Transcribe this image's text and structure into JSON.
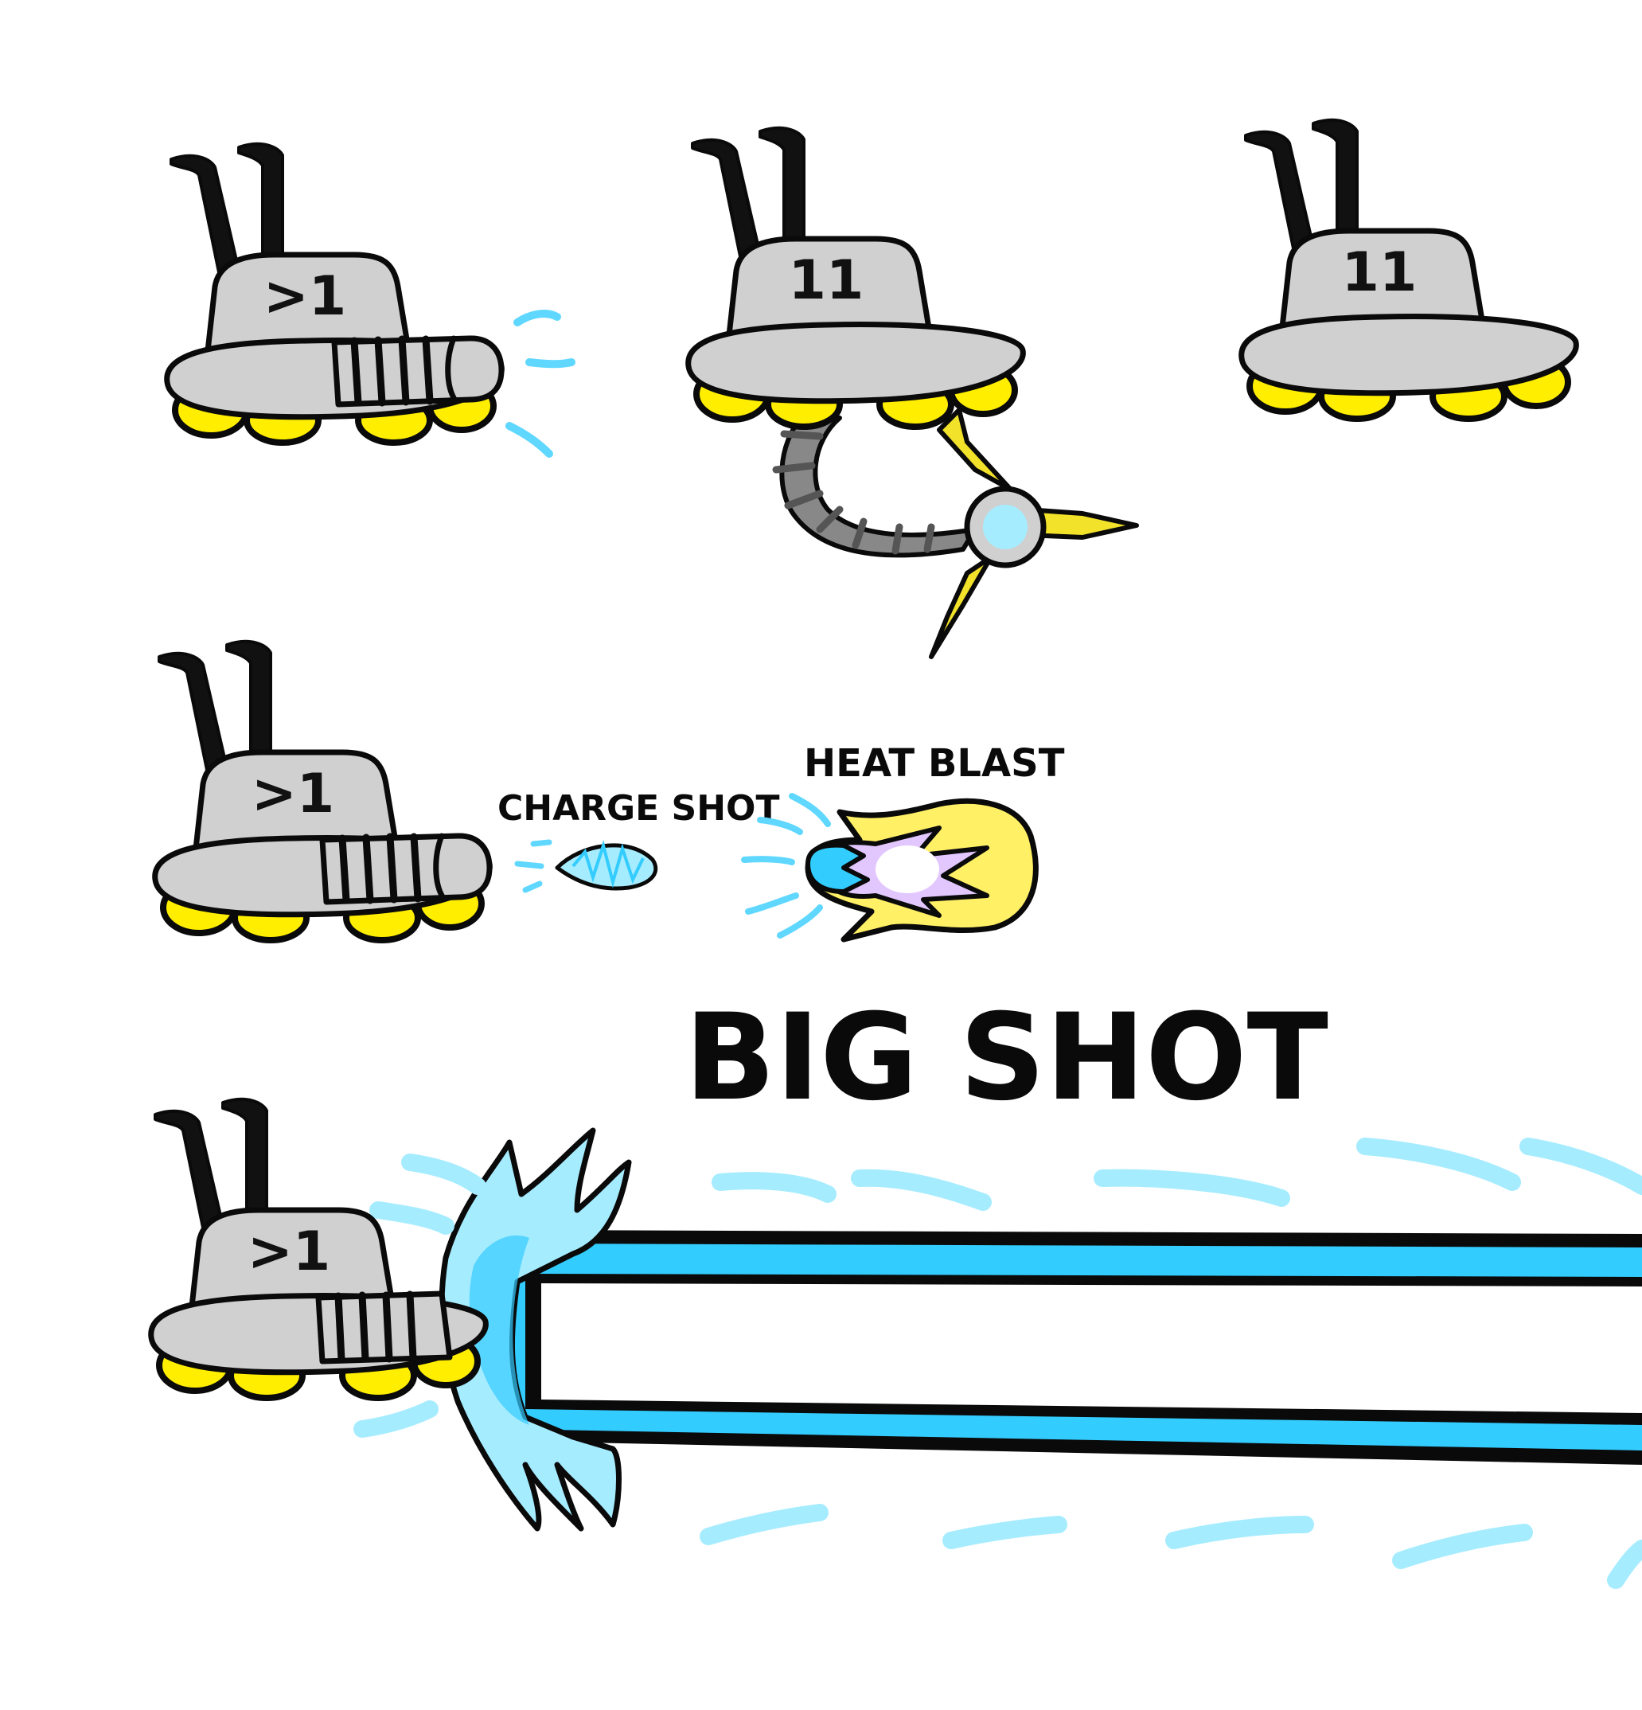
{
  "labels": {
    "charge_shot": "CHARGE SHOT",
    "heat_blast": "HEAT BLAST",
    "big_shot": "BIG SHOT"
  },
  "robots": [
    {
      "id": "robot-1",
      "face": ">1",
      "pose": "cannon-aim"
    },
    {
      "id": "robot-2",
      "face": "11",
      "pose": "claw-arm"
    },
    {
      "id": "robot-3",
      "face": "11",
      "pose": "idle"
    },
    {
      "id": "robot-4",
      "face": ">1",
      "pose": "cannon-aim"
    },
    {
      "id": "robot-5",
      "face": ">1",
      "pose": "cannon-fire"
    }
  ],
  "colors": {
    "body_gray": "#d0d0d0",
    "wheel_yellow": "#ffee00",
    "claw_yellow": "#f2e22a",
    "energy_blue": "#33ccff",
    "energy_light": "#a6ecff",
    "heat_purple": "#e2c7ff",
    "heat_yellow": "#fff066",
    "outline": "#0a0a0a"
  }
}
